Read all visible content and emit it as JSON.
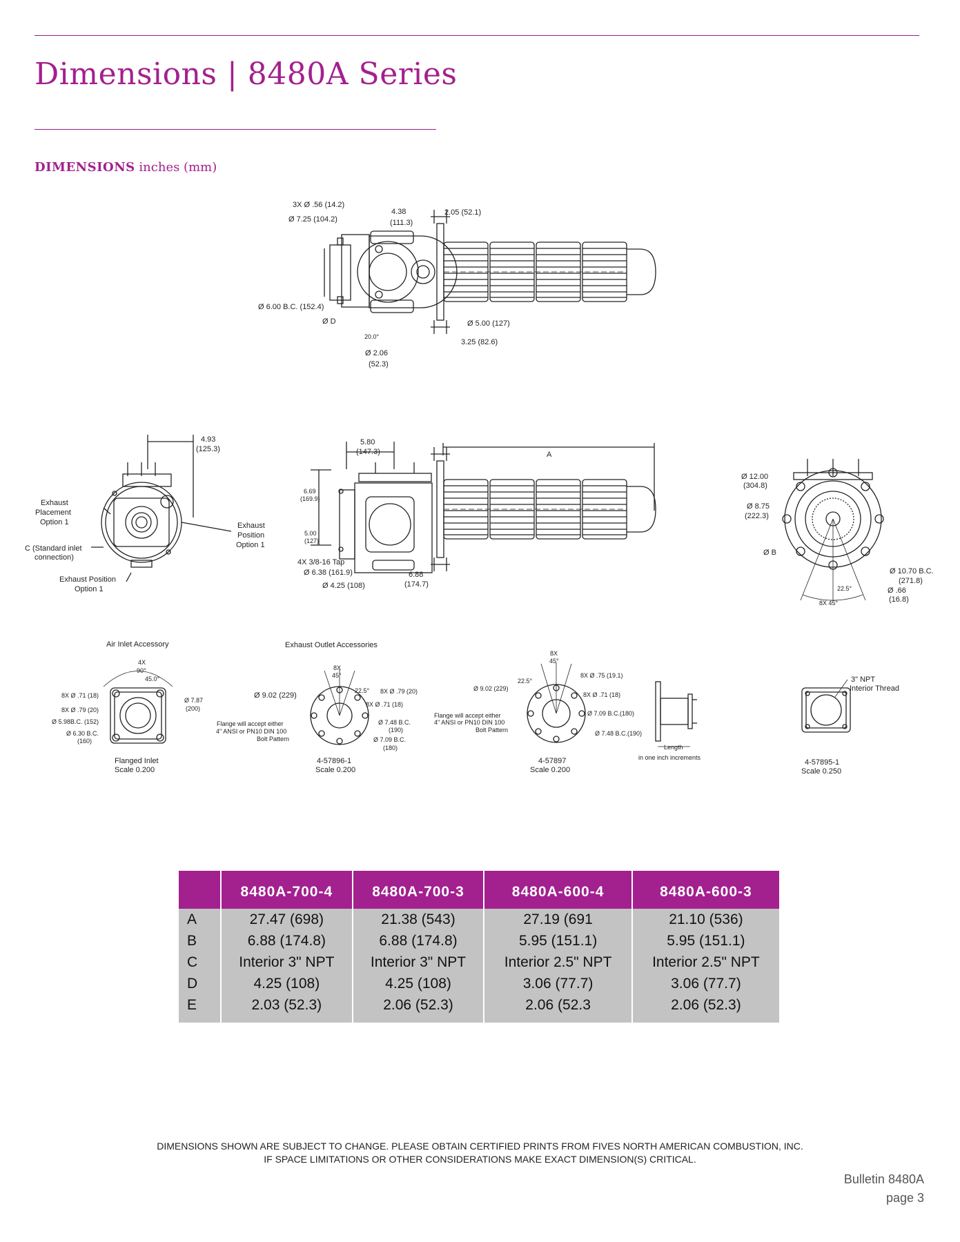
{
  "header": {
    "title": "Dimensions | 8480A Series",
    "section_label": "DIMENSIONS",
    "section_units": "inches (mm)"
  },
  "drawing_top": {
    "labels": [
      "3X Ø .56 (14.2)",
      "Ø 7.25 (104.2)",
      "4.38",
      "(111.3)",
      "2.05 (52.1)",
      "Ø 6.00 B.C. (152.4)",
      "Ø D",
      "20.0°",
      "Ø 5.00 (127)",
      "3.25 (82.6)",
      "Ø 2.06",
      "(52.3)"
    ]
  },
  "drawing_left": {
    "labels": [
      "4.93",
      "(125.3)",
      "Exhaust",
      "Placement",
      "Option 1",
      "C (Standard inlet",
      "connection)",
      "Exhaust Position",
      "Option 1",
      "Exhaust",
      "Position",
      "Option 1"
    ]
  },
  "drawing_middle": {
    "labels": [
      "5.80",
      "(147.3)",
      "A",
      "6.69",
      "(169.9)",
      "5.00",
      "(127)",
      "4X 3/8-16 Tap",
      "Ø 6.38 (161.9)",
      "Ø 4.25 (108)",
      "6.88",
      "(174.7)"
    ]
  },
  "drawing_right": {
    "labels": [
      "Ø 12.00",
      "(304.8)",
      "Ø 8.75",
      "(222.3)",
      "Ø B",
      "Ø 10.70 B.C.",
      "(271.8)",
      "Ø .66",
      "(16.8)",
      "22.5°",
      "8X 45°"
    ]
  },
  "accessories": {
    "air_inlet_title": "Air Inlet Accessory",
    "exhaust_outlet_title": "Exhaust Outlet Accessories",
    "flanged_inlet": {
      "labels": [
        "4X",
        "90°",
        "45.0°",
        "8X Ø .71 (18)",
        "8X Ø .79 (20)",
        "Ø 5.98B.C. (152)",
        "Ø 6.30 B.C.",
        "(160)",
        "Ø 7.87",
        "(200)"
      ],
      "caption": [
        "Flanged Inlet",
        "Scale 0.200"
      ]
    },
    "outlet_57896": {
      "labels": [
        "8X",
        "45°",
        "22.5°",
        "Ø 9.02 (229)",
        "8X Ø .79 (20)",
        "8X Ø .71 (18)",
        "Flange will accept either",
        "4\" ANSI or PN10 DIN 100",
        "Bolt Pattern",
        "Ø 7.48 B.C.",
        "(190)",
        "Ø 7.09 B.C.",
        "(180)"
      ],
      "caption": [
        "4-57896-1",
        "Scale 0.200"
      ]
    },
    "outlet_57897": {
      "labels": [
        "8X",
        "45°",
        "22.5°",
        "Ø 9.02 (229)",
        "8X Ø .75 (19.1)",
        "8X Ø .71 (18)",
        "Flange will accept either",
        "4\" ANSI or PN10 DIN 100",
        "Bolt Pattern",
        "Ø 7.09 B.C.(180)",
        "Ø 7.48 B.C.(190)"
      ],
      "caption": [
        "4-57897",
        "Scale 0.200"
      ]
    },
    "length_part": {
      "labels": [
        "Length",
        "in one inch increments"
      ]
    },
    "outlet_57895": {
      "labels": [
        "3\" NPT",
        "Interior Thread"
      ],
      "caption": [
        "4-57895-1",
        "Scale 0.250"
      ]
    }
  },
  "table": {
    "columns": [
      "",
      "8480A-700-4",
      "8480A-700-3",
      "8480A-600-4",
      "8480A-600-3"
    ],
    "rows": [
      [
        "A",
        "27.47 (698)",
        "21.38 (543)",
        "27.19 (691",
        "21.10 (536)"
      ],
      [
        "B",
        "6.88 (174.8)",
        "6.88 (174.8)",
        "5.95 (151.1)",
        "5.95 (151.1)"
      ],
      [
        "C",
        "Interior 3\" NPT",
        "Interior 3\" NPT",
        "Interior 2.5\" NPT",
        "Interior 2.5\" NPT"
      ],
      [
        "D",
        "4.25 (108)",
        "4.25 (108)",
        "3.06 (77.7)",
        "3.06 (77.7)"
      ],
      [
        "E",
        "2.03 (52.3)",
        "2.06 (52.3)",
        "2.06 (52.3",
        "2.06 (52.3)"
      ]
    ]
  },
  "footer": {
    "disclaimer_line1": "DIMENSIONS SHOWN ARE SUBJECT TO CHANGE. PLEASE OBTAIN CERTIFIED PRINTS FROM FIVES NORTH AMERICAN COMBUSTION, INC.",
    "disclaimer_line2": "IF SPACE LIMITATIONS OR OTHER CONSIDERATIONS MAKE EXACT DIMENSION(S) CRITICAL.",
    "bulletin": "Bulletin 8480A",
    "page": "page 3"
  },
  "colors": {
    "accent": "#a3208f",
    "table_body": "#c3c3c3"
  }
}
